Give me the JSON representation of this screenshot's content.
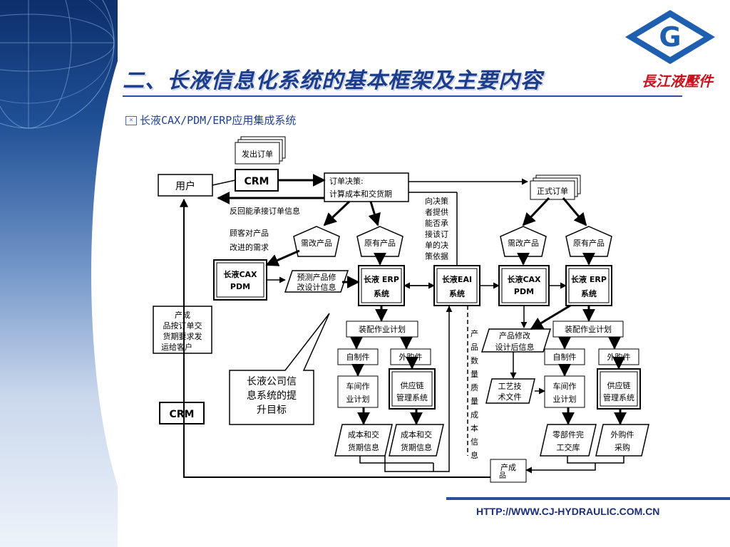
{
  "slide": {
    "title": "二、长液信息化系统的基本框架及主要内容",
    "subtitle": "长液CAX/PDM/ERP应用集成系统",
    "url": "HTTP://WWW.CJ-HYDRAULIC.COM.CN",
    "logo_signature": "長江液壓件",
    "logo_letter": "G"
  },
  "colors": {
    "title": "#1c3c8c",
    "accent_blue": "#2c4f9c",
    "logo_red": "#c8141e",
    "logo_blue": "#1f5fb0"
  },
  "diagram": {
    "send_order": "发出订单",
    "crm_top": "CRM",
    "user": "用户",
    "order_decision_1": "订单决策:",
    "order_decision_2": "计算成本和交货期",
    "feedback": "反回能承接订单信息",
    "customer_demand_1": "顾客对产品",
    "customer_demand_2": "改进的需求",
    "need_change_left": "需改产品",
    "existing_left": "原有产品",
    "cax_left_1": "长液CAX",
    "cax_left_2": "PDM",
    "predict_1": "预测产品修",
    "predict_2": "改设计信息",
    "erp_left_1": "长液 ERP",
    "erp_left_2": "系统",
    "to_decision": [
      "向决策",
      "者提供",
      "能否承",
      "接该订",
      "单的决",
      "策依据"
    ],
    "eai_1": "长液EAI",
    "eai_2": "系统",
    "official_order": "正式订单",
    "need_change_right": "需改产品",
    "existing_right": "原有产品",
    "cax_right_1": "长液CAX",
    "cax_right_2": "PDM",
    "erp_right_1": "长液 ERP",
    "erp_right_2": "系统",
    "assembly_left": "装配作业计划",
    "self_made_left": "自制件",
    "outsourced_left": "外购件",
    "workshop_left_1": "车间作",
    "workshop_left_2": "业计划",
    "supply_left_1": "供应链",
    "supply_left_2": "管理系统",
    "cost_left_1": "成本和交",
    "cost_left_2": "货期信息",
    "cost_mid_1": "成本和交",
    "cost_mid_2": "货期信息",
    "product_info_vertical": [
      "产",
      "品",
      "数",
      "量",
      "质",
      "量",
      "成",
      "本",
      "信",
      "息"
    ],
    "modified_1": "产品修改",
    "modified_2": "设计后信息",
    "process_1": "工艺技",
    "process_2": "术文件",
    "assembly_right": "装配作业计划",
    "self_made_right": "自制件",
    "outsourced_right": "外购件",
    "workshop_right_1": "车间作",
    "workshop_right_2": "业计划",
    "supply_right_1": "供应链",
    "supply_right_2": "管理系统",
    "parts_done_1": "零部件完",
    "parts_done_2": "工交库",
    "purchase_1": "外购件",
    "purchase_2": "采购",
    "finished_1": "产成",
    "finished_2": "品",
    "ship_1": "产成",
    "ship_2": "品按订单交",
    "ship_3": "货期要求发",
    "ship_4": "运给客户",
    "crm_bottom": "CRM",
    "goal_1": "长液公司信",
    "goal_2": "息系统的提",
    "goal_3": "升目标"
  }
}
